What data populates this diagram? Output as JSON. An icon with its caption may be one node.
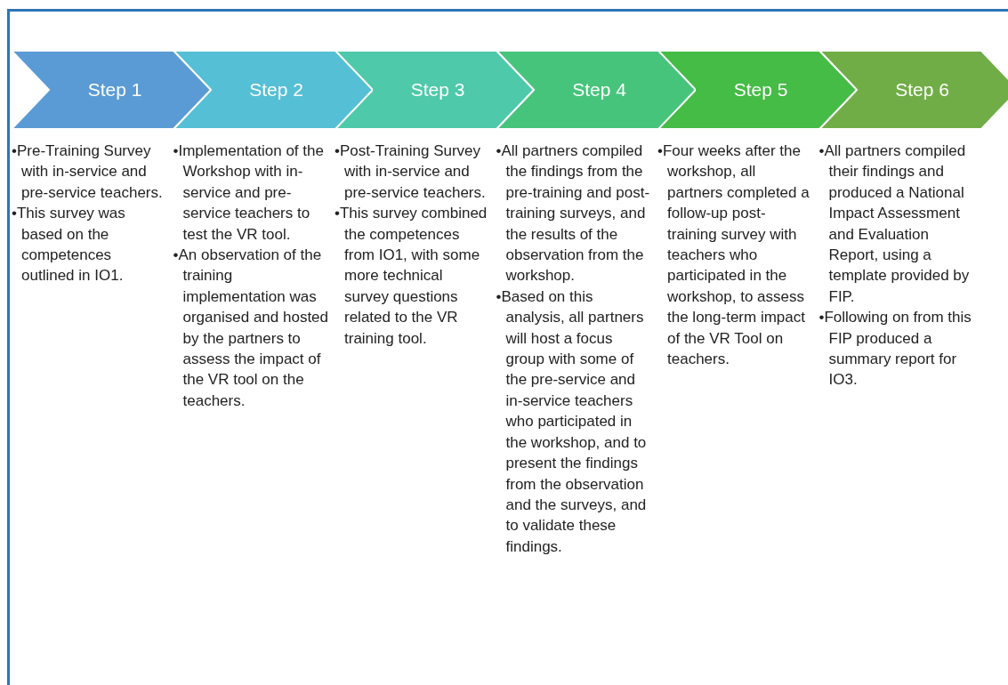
{
  "diagram": {
    "nodes": [
      {
        "text": [
          "Step 1"
        ],
        "beside": [
          "•Pre-Training Survey with in-service and pre-service teachers.",
          "•This survey was based on the competences outlined in IO1."
        ]
      },
      {
        "text": [
          "Step 2"
        ],
        "beside": [
          "•Implementation of the Workshop with in-service and pre-service teachers to test the VR tool.",
          "•An observation of the training implementation was organised and hosted by the partners to assess the impact of the VR tool on the teachers."
        ]
      },
      {
        "text": [
          "Step 3"
        ],
        "beside": [
          "•Post-Training Survey with in-service and pre-service teachers.",
          "•This survey combined the competences from IO1, with some more technical survey questions related to the VR training tool."
        ]
      },
      {
        "text": [
          "Step 4"
        ],
        "beside": [
          "•All partners compiled the findings from the pre-training and post-training surveys, and the results of the observation from the workshop.",
          "•Based on this analysis, all partners will host a focus group with some of the pre-service and in-service teachers who participated in the workshop, and to present the findings from the observation and the surveys, and to validate these findings."
        ]
      },
      {
        "text": [
          "Step 5"
        ],
        "beside": [
          "•Four weeks after the workshop, all partners completed a follow-up post-training survey with teachers who participated in the workshop, to assess the long-term impact of the VR Tool on teachers."
        ]
      },
      {
        "text": [
          "Step 6"
        ],
        "beside": [
          "•All partners compiled their findings and produced a National Impact Assessment and Evaluation Report, using a template provided by FIP.",
          "•Following on from this FIP produced a summary report for IO3."
        ]
      }
    ],
    "edges": []
  }
}
